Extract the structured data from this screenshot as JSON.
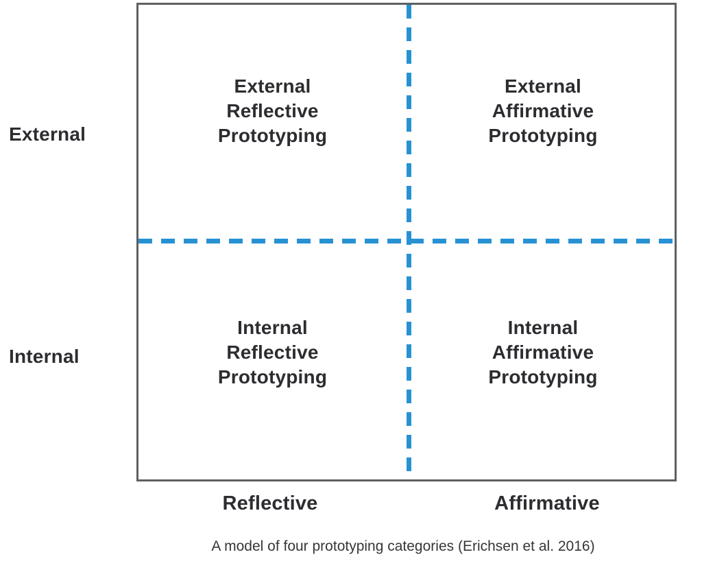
{
  "diagram": {
    "caption": "A model of four prototyping categories (Erichsen et al. 2016)",
    "y_axis": {
      "top": "External",
      "bottom": "Internal"
    },
    "x_axis": {
      "left": "Reflective",
      "right": "Affirmative"
    },
    "quadrants": {
      "top_left": "External\nReflective\nPrototyping",
      "top_right": "External\nAffirmative\nPrototyping",
      "bottom_left": "Internal\nReflective\nPrototyping",
      "bottom_right": "Internal\nAffirmative\nPrototyping"
    },
    "colors": {
      "divider_blue": "#2792d3",
      "border_gray": "#5e5f61",
      "text_dark": "#2c2d30",
      "caption_gray": "#363636"
    }
  }
}
